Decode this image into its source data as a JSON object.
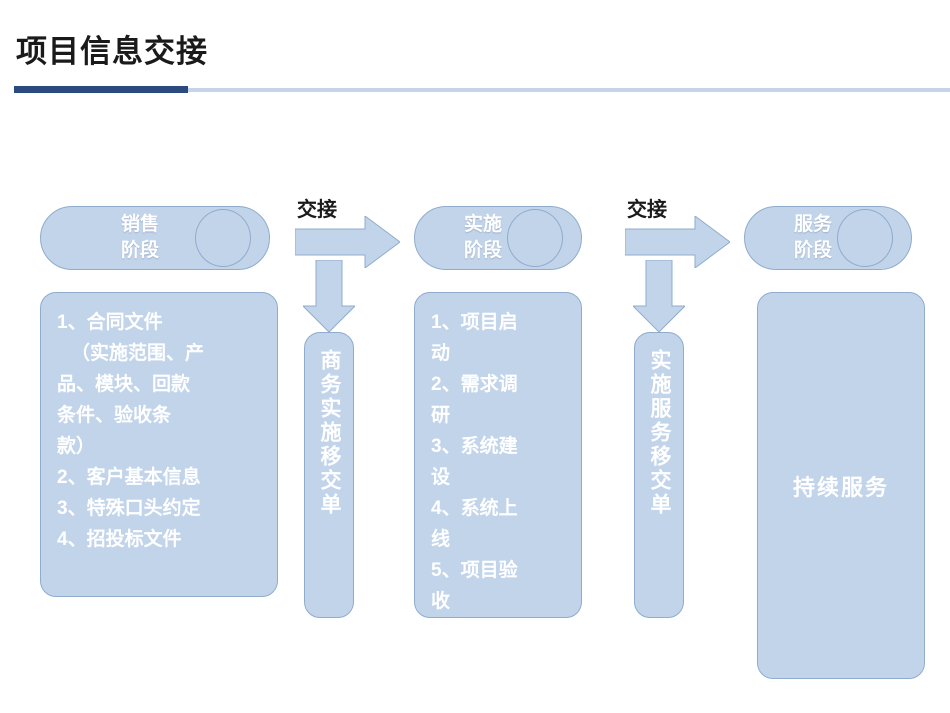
{
  "slide": {
    "title": "项目信息交接",
    "accent_dark": "#2b4a7d",
    "accent_light": "#c5d4e8",
    "shape_fill": "#c2d4ea",
    "shape_stroke": "#8faccd"
  },
  "phases": [
    {
      "head": "销售\n阶段",
      "items": [
        "1、合同文件",
        "（实施范围、产",
        "品、模块、回款",
        "条件、验收条",
        "款）",
        "2、客户基本信息",
        "3、特殊口头约定",
        "4、招投标文件"
      ]
    },
    {
      "head": "实施\n阶段",
      "items": [
        "1、项目启",
        "动",
        "2、需求调",
        "研",
        "3、系统建",
        "设",
        "4、系统上",
        "线",
        "5、项目验",
        "收"
      ]
    },
    {
      "head": "服务\n阶段",
      "items": [
        "持续服务"
      ]
    }
  ],
  "handoffs": [
    {
      "label": "交接",
      "doc": "商务实施移交单"
    },
    {
      "label": "交接",
      "doc": "实施服务移交单"
    }
  ],
  "icons": {
    "arrow_right": "arrow-right-icon",
    "arrow_down": "arrow-down-icon"
  }
}
